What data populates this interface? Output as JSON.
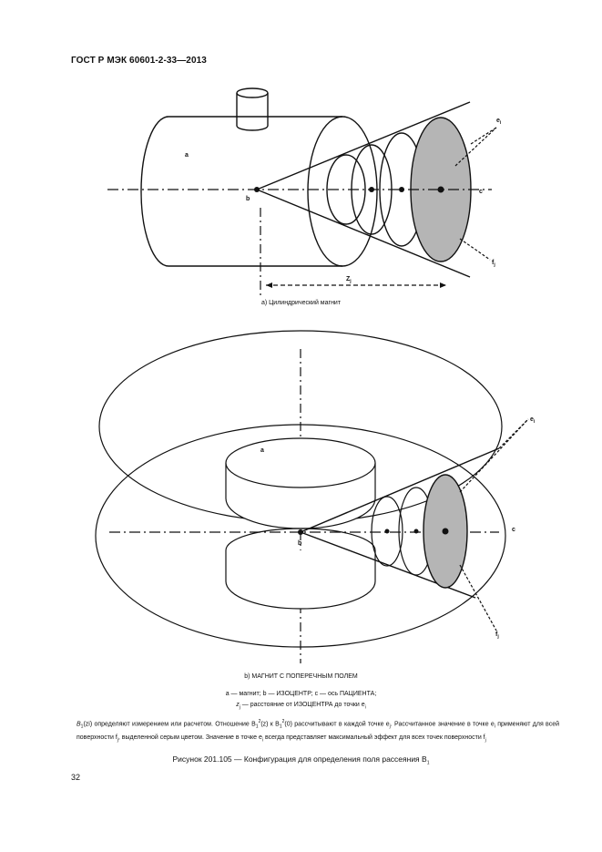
{
  "header": {
    "standard": "ГОСТ Р МЭК 60601-2-33—2013"
  },
  "figure_a": {
    "labels": {
      "a": "a",
      "b": "b",
      "c": "c",
      "e": "e",
      "e_sub": "i",
      "f": "f",
      "f_sub": "j",
      "z": "Z",
      "z_sub": "j"
    },
    "caption": "а) Цилиндрический магнит"
  },
  "figure_b": {
    "labels": {
      "a": "a",
      "b": "b",
      "c": "c",
      "e": "e",
      "e_sub": "i",
      "f": "f",
      "f_sub": "j"
    },
    "caption": "b) МАГНИТ С ПОПЕРЕЧНЫМ ПОЛЕМ"
  },
  "legend": {
    "line1": "a — магнит; b — ИЗОЦЕНТР; c — ось ПАЦИЕНТА;",
    "line2_prefix": "z",
    "line2_sub": "j",
    "line2_rest": " — расстояние от ИЗОЦЕНТРА до точки e",
    "line2_sub2": "i"
  },
  "paragraph": {
    "p1": "B",
    "p1_sub": "1",
    "p2": "(zi) определяют измерением или расчетом. Отношение B",
    "p3": "(z) к B",
    "p4": "(0) рассчитывают в каждой точке e",
    "p5": ". Рассчитанное значение в точке e",
    "p6": " применяют для всей поверхности f",
    "p7": ", выделенной серым цветом. Значение в точке e",
    "p8": " всегда представляет максимальный эффект для всех точек поверхности f",
    "sub_i": "i",
    "sub_j": "j",
    "sub_1": "1",
    "sup_2": "2"
  },
  "figure_caption": {
    "text": "Рисунок 201.105 — Конфигурация для определения поля рассеяния B",
    "sub": "1"
  },
  "page_number": "32",
  "colors": {
    "gray_fill": "#b5b5b5",
    "line": "#111111"
  }
}
